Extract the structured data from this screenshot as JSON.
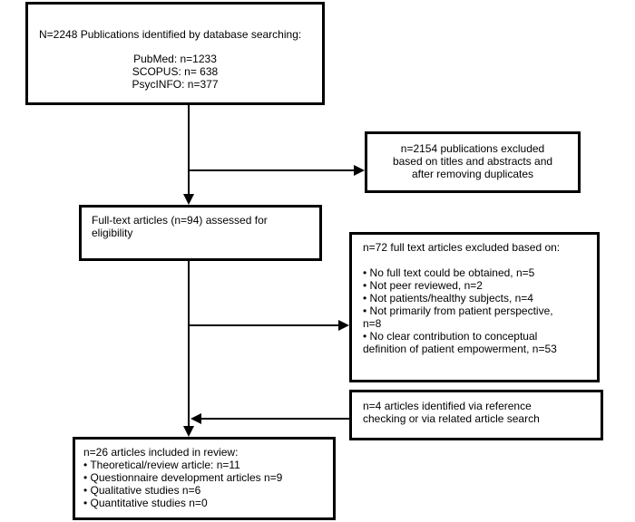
{
  "box1": {
    "title": "N=2248  Publications identified  by database searching:",
    "lines": [
      "PubMed: n=1233",
      "SCOPUS: n= 638",
      "PsycINFO: n=377"
    ]
  },
  "box2": {
    "lines": [
      "n=2154 publications excluded",
      "based on titles and abstracts and",
      "after removing  duplicates"
    ]
  },
  "box3": {
    "lines": [
      "Full-text articles (n=94)  assessed for",
      "eligibility"
    ]
  },
  "box4": {
    "title": "n=72 full text articles excluded based on:",
    "items": [
      "• No full text could be obtained,  n=5",
      "• Not peer reviewed,   n=2",
      "• Not patients/healthy subjects, n=4",
      "• Not primarily from patient perspective,",
      "n=8",
      "• No clear contribution to conceptual",
      "definition of patient empowerment,  n=53"
    ]
  },
  "box5": {
    "lines": [
      "n=4 articles identified via reference",
      "checking or via related article search"
    ]
  },
  "box6": {
    "title": "n=26  articles included in review:",
    "items": [
      "• Theoretical/review  article: n=11",
      "• Questionnaire development  articles n=9",
      "• Qualitative studies n=6",
      "• Quantitative  studies n=0"
    ]
  }
}
